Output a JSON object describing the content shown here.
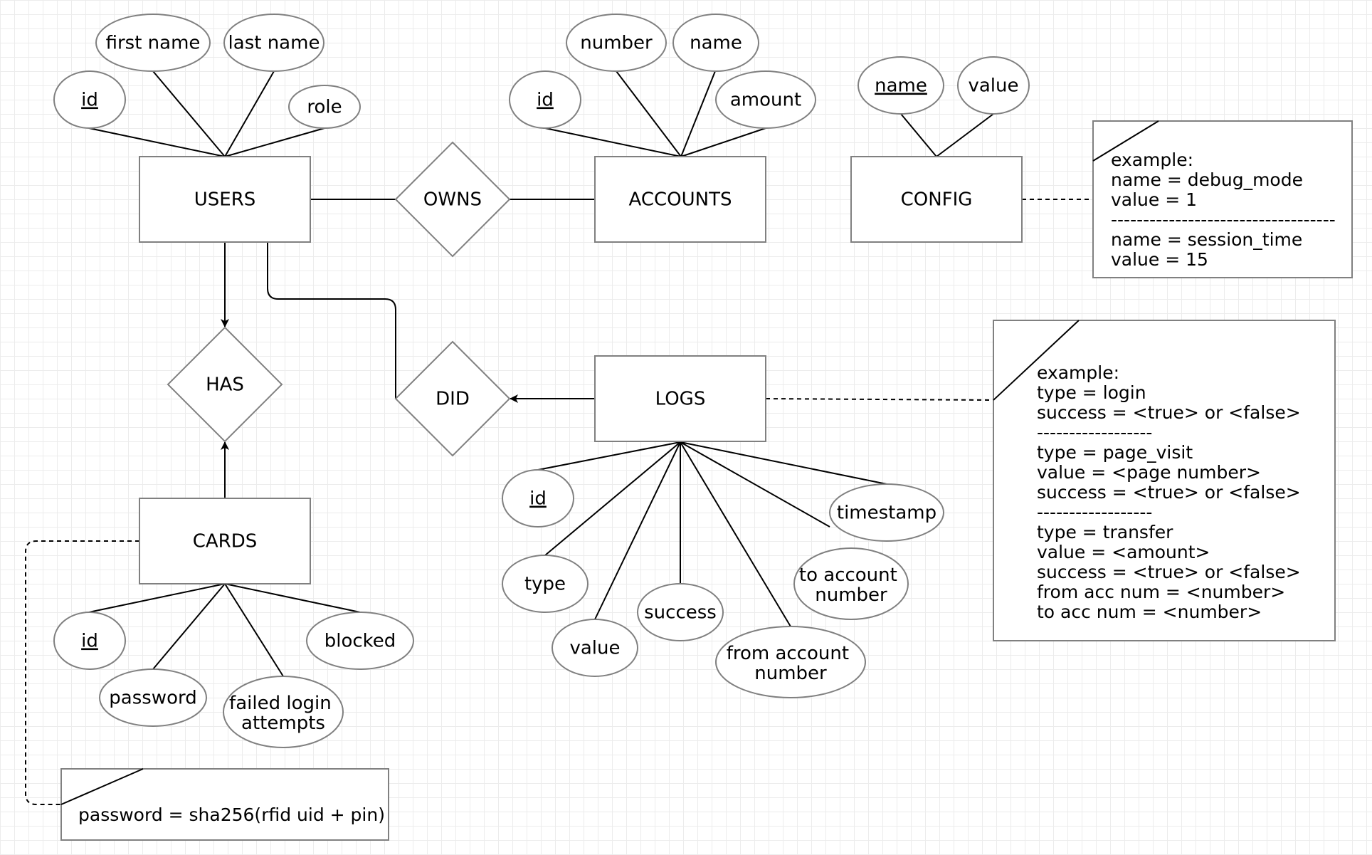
{
  "entities": {
    "users": "USERS",
    "accounts": "ACCOUNTS",
    "config": "CONFIG",
    "logs": "LOGS",
    "cards": "CARDS"
  },
  "relationships": {
    "owns": "OWNS",
    "has": "HAS",
    "did": "DID"
  },
  "attributes": {
    "users": {
      "id": "id",
      "first_name": "first name",
      "last_name": "last name",
      "role": "role"
    },
    "accounts": {
      "id": "id",
      "number": "number",
      "name": "name",
      "amount": "amount"
    },
    "config": {
      "name": "name",
      "value": "value"
    },
    "logs": {
      "id": "id",
      "type": "type",
      "value": "value",
      "success": "success",
      "from_account_number": [
        "from account",
        "number"
      ],
      "to_account_number": [
        "to account",
        "number"
      ],
      "timestamp": "timestamp"
    },
    "cards": {
      "id": "id",
      "password": "password",
      "failed_login_attempts": [
        "failed login",
        "attempts"
      ],
      "blocked": "blocked"
    }
  },
  "notes": {
    "config_example": [
      "example:",
      "name = debug_mode",
      "value = 1",
      "-----------------------------------",
      "name = session_time",
      "value = 15"
    ],
    "logs_example": [
      "example:",
      "type = login",
      "success = <true> or <false>",
      "------------------",
      "type = page_visit",
      "value = <page number>",
      "success = <true> or <false>",
      "------------------",
      "type = transfer",
      "value = <amount>",
      "success = <true> or <false>",
      "from acc num = <number>",
      "to acc num = <number>"
    ],
    "cards_password": "password = sha256(rfid uid + pin)"
  },
  "colors": {
    "shape_stroke": "#808080",
    "line": "#000000",
    "grid": "#ececec"
  }
}
